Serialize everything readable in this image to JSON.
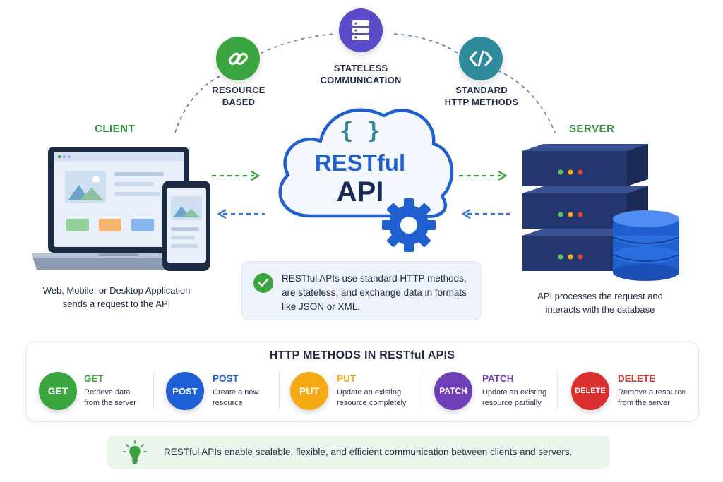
{
  "features": {
    "resource": {
      "label_1": "RESOURCE",
      "label_2": "BASED",
      "icon": "link-icon"
    },
    "stateless": {
      "label_1": "STATELESS",
      "label_2": "COMMUNICATION",
      "icon": "server-stack-icon"
    },
    "standard": {
      "label_1": "STANDARD",
      "label_2": "HTTP METHODS",
      "icon": "code-icon"
    }
  },
  "client": {
    "title": "CLIENT",
    "desc_1": "Web, Mobile, or Desktop Application",
    "desc_2": "sends a request to the API"
  },
  "server": {
    "title": "SERVER",
    "desc_1": "API processes the request and",
    "desc_2": "interacts with the database"
  },
  "api": {
    "braces": "{ }",
    "title_1": "RESTful",
    "title_2": "API"
  },
  "info": {
    "line_1": "RESTful APIs use standard HTTP methods,",
    "line_2": "are stateless, and exchange data in formats",
    "line_3": "like JSON or XML."
  },
  "methods": {
    "title": "HTTP METHODS IN RESTful APIS",
    "items": [
      {
        "badge": "GET",
        "name": "GET",
        "desc_1": "Retrieve data",
        "desc_2": "from the server",
        "color": "#3aa53f"
      },
      {
        "badge": "POST",
        "name": "POST",
        "desc_1": "Create a new",
        "desc_2": "resource",
        "color": "#1e5fd6"
      },
      {
        "badge": "PUT",
        "name": "PUT",
        "desc_1": "Update an existing",
        "desc_2": "resource completely",
        "color": "#f5a915"
      },
      {
        "badge": "PATCH",
        "name": "PATCH",
        "desc_1": "Update an existing",
        "desc_2": "resource partially",
        "color": "#6f3fb8"
      },
      {
        "badge": "DELETE",
        "name": "DELETE",
        "desc_1": "Remove a resource",
        "desc_2": "from the server",
        "color": "#d9302f"
      }
    ]
  },
  "footer": {
    "text": "RESTful APIs enable scalable, flexible, and efficient communication between clients and servers."
  },
  "colors": {
    "green": "#3aa53f",
    "blue": "#1e5fd6",
    "navy": "#1f3a6e",
    "teal": "#2f8b9c",
    "purple": "#5a4cc8"
  }
}
